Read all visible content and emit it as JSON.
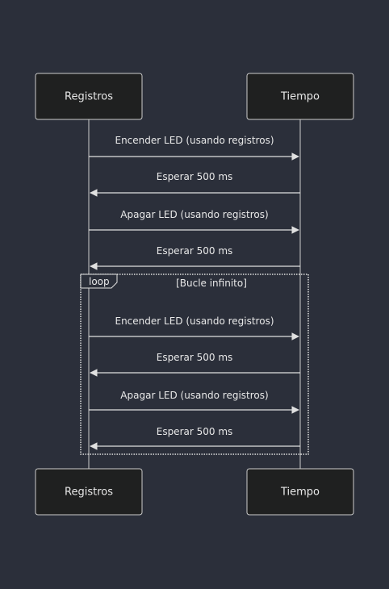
{
  "participants": [
    {
      "id": "registros",
      "label": "Registros"
    },
    {
      "id": "tiempo",
      "label": "Tiempo"
    }
  ],
  "messages": [
    {
      "from": "registros",
      "to": "tiempo",
      "label": "Encender LED (usando registros)"
    },
    {
      "from": "tiempo",
      "to": "registros",
      "label": "Esperar 500 ms"
    },
    {
      "from": "registros",
      "to": "tiempo",
      "label": "Apagar LED (usando registros)"
    },
    {
      "from": "tiempo",
      "to": "registros",
      "label": "Esperar 500 ms"
    }
  ],
  "loop": {
    "tag": "loop",
    "condition": "[Bucle infinito]",
    "messages": [
      {
        "from": "registros",
        "to": "tiempo",
        "label": "Encender LED (usando registros)"
      },
      {
        "from": "tiempo",
        "to": "registros",
        "label": "Esperar 500 ms"
      },
      {
        "from": "registros",
        "to": "tiempo",
        "label": "Apagar LED (usando registros)"
      },
      {
        "from": "tiempo",
        "to": "registros",
        "label": "Esperar 500 ms"
      }
    ]
  },
  "colors": {
    "background": "#2b2f3a",
    "actor_fill": "#1f2020",
    "stroke": "#cccccc",
    "text": "#e8e8e8"
  }
}
